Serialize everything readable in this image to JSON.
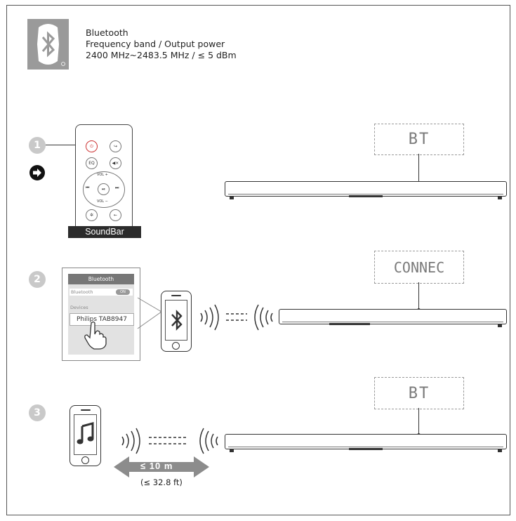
{
  "header": {
    "bluetooth_logo": "bluetooth-icon",
    "title": "Bluetooth",
    "line2": "Frequency band / Output power",
    "line3": "2400 MHz~2483.5 MHz / ≤ 5 dBm"
  },
  "steps": [
    {
      "number": "1",
      "display_text": "BT",
      "remote_label": "SoundBar"
    },
    {
      "number": "2",
      "display_text": "CONNEC",
      "panel": {
        "title": "Bluetooth",
        "toggle_label": "Bluetooth",
        "toggle_state": "ON",
        "devices_label": "Devices",
        "device_name": "Philips TAB8947"
      }
    },
    {
      "number": "3",
      "display_text": "BT",
      "range": "≤ 10 m",
      "range_ft": "(≤ 32.8 ft)"
    }
  ],
  "remote": {
    "power": "⏻",
    "source": "↪",
    "eq": "EQ",
    "mute": "◀×",
    "vol_up": "VOL +",
    "vol_down": "VOL −",
    "prev": "⏮",
    "play": "⏯",
    "next": "⏭",
    "settings": "✲",
    "back": "←"
  },
  "colors": {
    "step_circle": "#c9c9c9",
    "logo_bg": "#9a9a9a",
    "remote_label_bg": "#2b2b2b",
    "range_arrow": "#8c8c8c"
  }
}
